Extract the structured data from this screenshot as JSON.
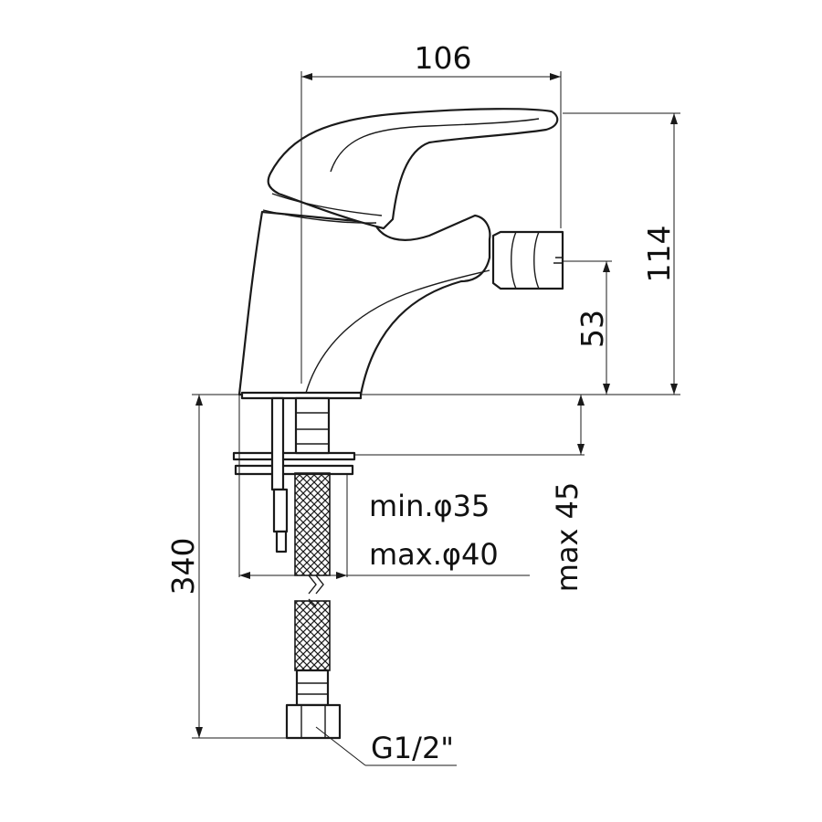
{
  "dimensions": {
    "width": "106",
    "height": "114",
    "spout_height": "53",
    "hose_length": "340",
    "max_deck_thickness": "max 45",
    "min_hole": "min.φ35",
    "max_hole": "max.φ40",
    "thread": "G1/2\""
  },
  "colors": {
    "line": "#1a1a1a",
    "background": "#ffffff"
  }
}
